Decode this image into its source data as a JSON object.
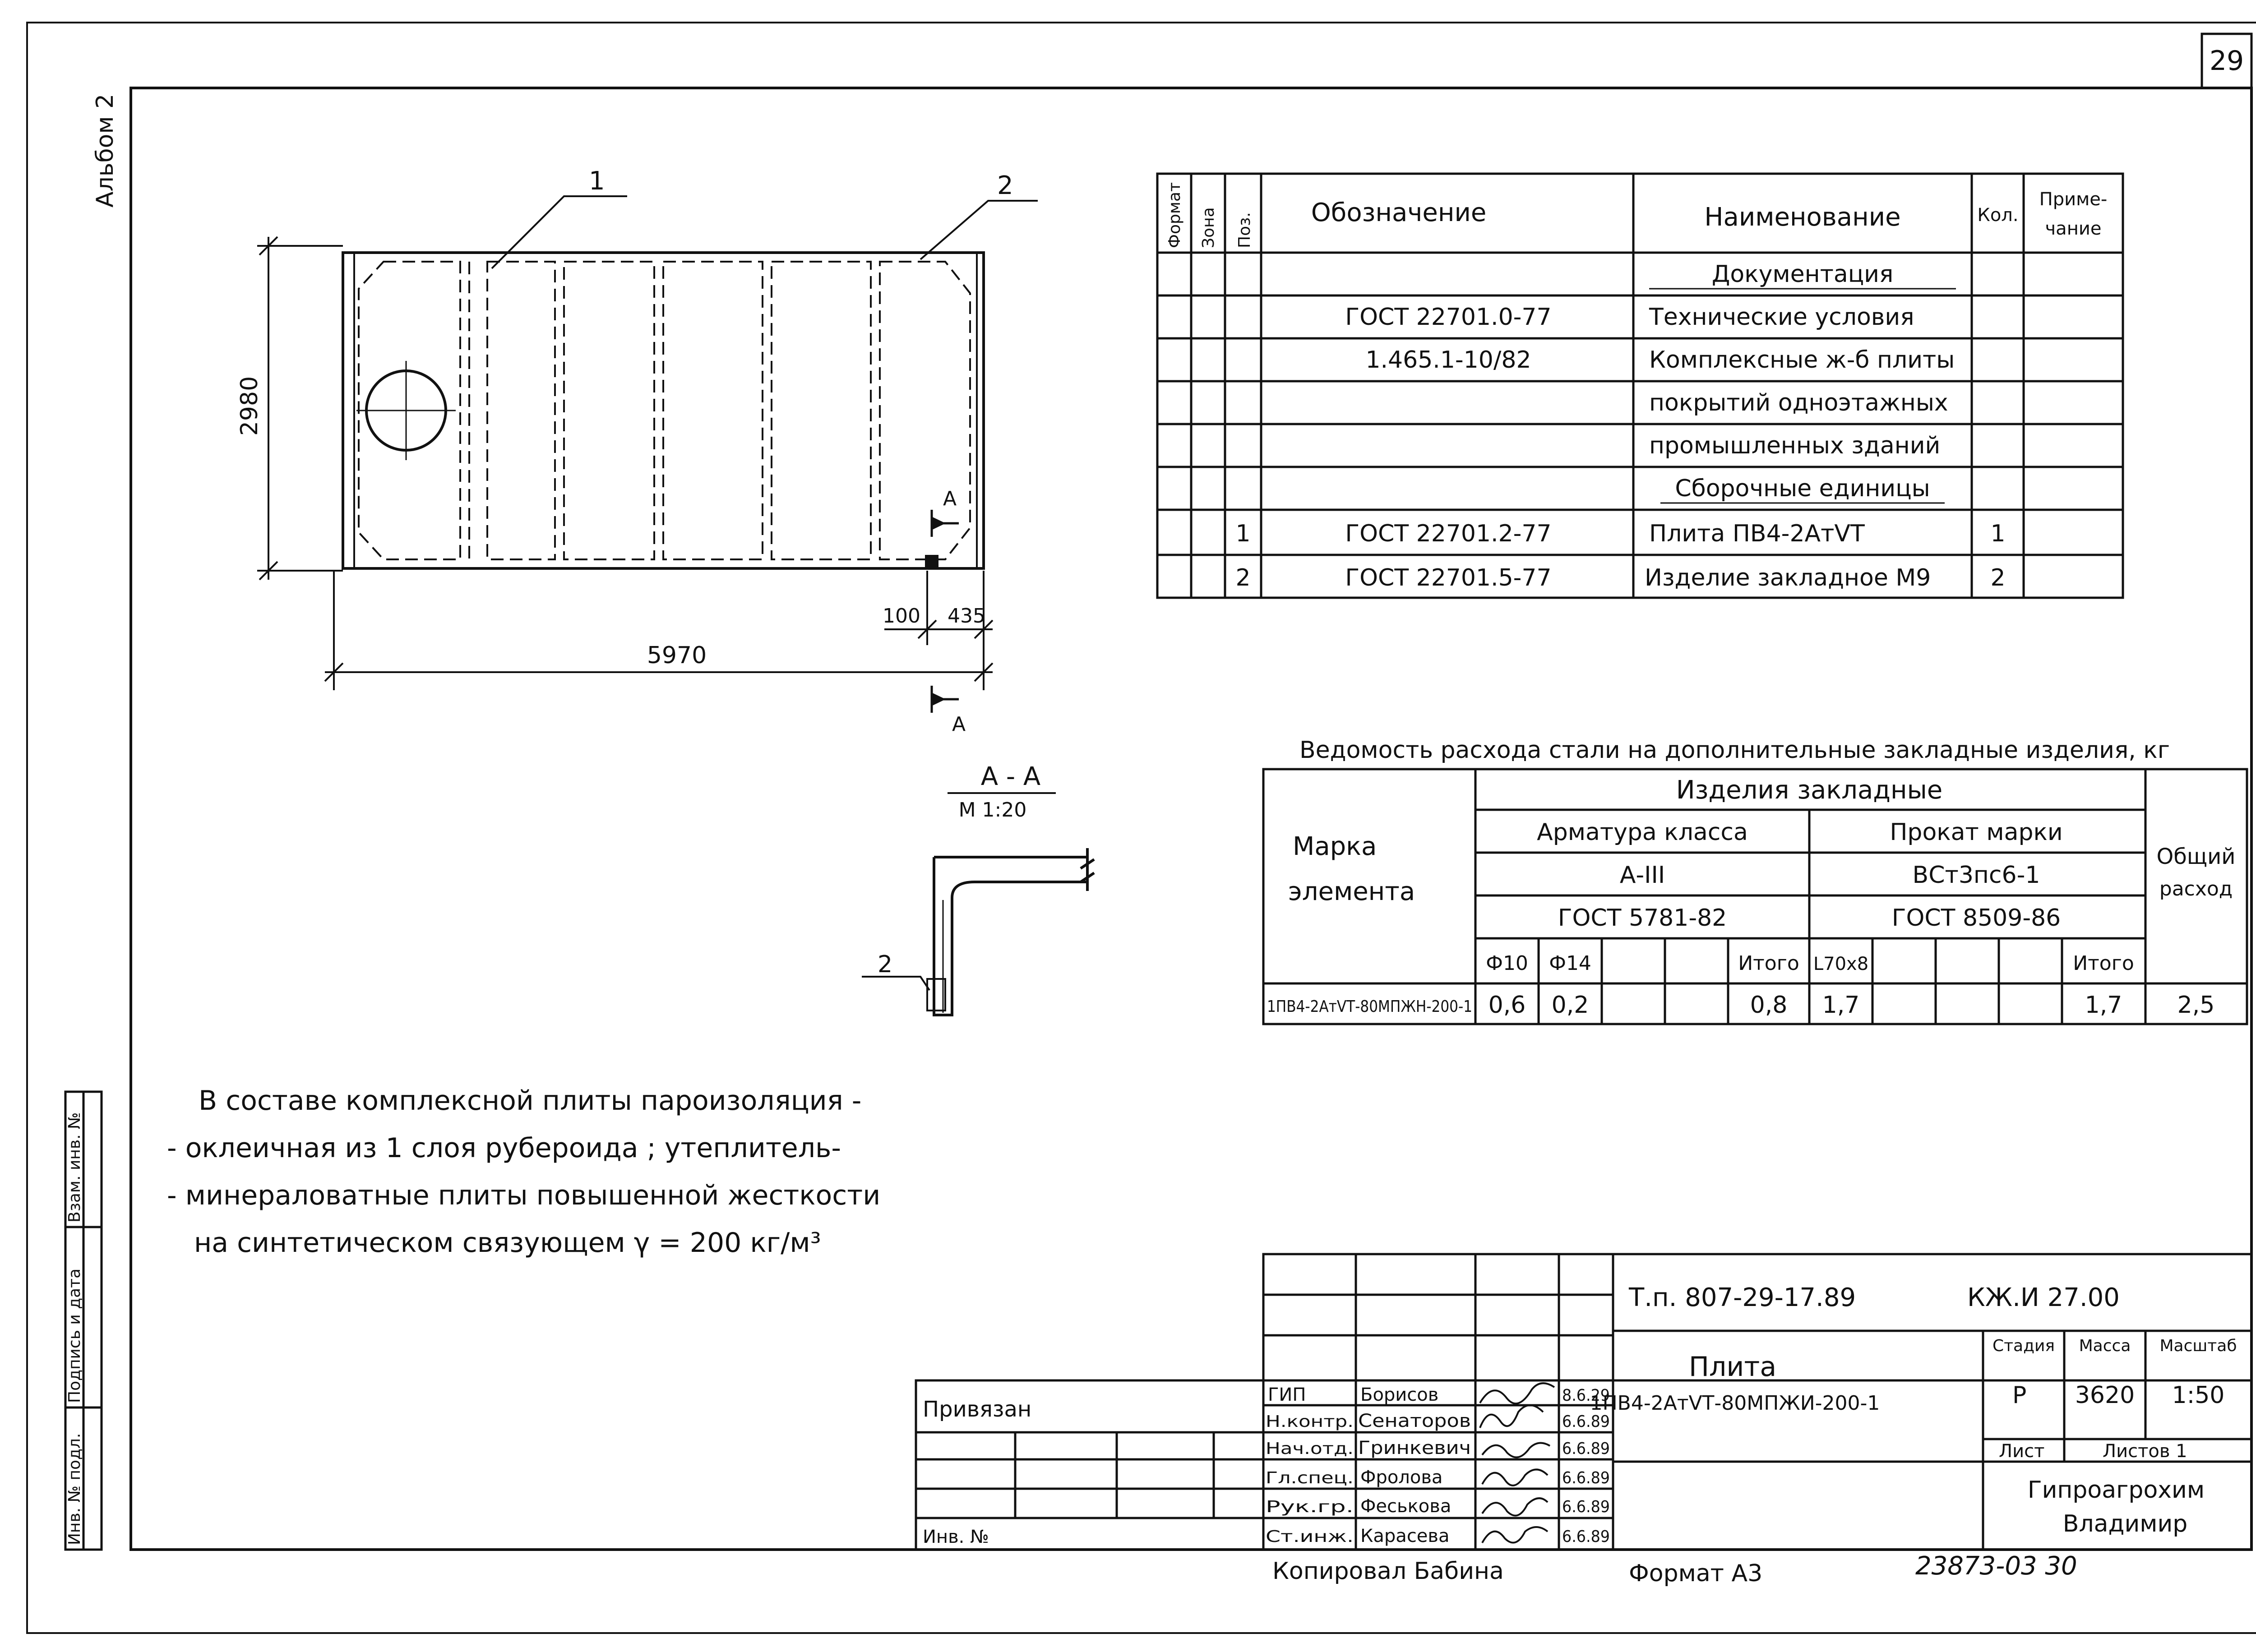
{
  "sheet": {
    "page_number": "29",
    "album_label": "Альбом 2",
    "side_stamp": {
      "inv_podl": "Инв. № подл.",
      "podpis_data": "Подпись и дата",
      "vzam_inv": "Взам. инв. №"
    }
  },
  "plan": {
    "width_dim": "5970",
    "height_dim": "2980",
    "edge_dim_1": "100",
    "edge_dim_2": "435",
    "callout_1": "1",
    "callout_2": "2",
    "section_mark": "А"
  },
  "section": {
    "title": "А - А",
    "scale": "М 1:20",
    "callout": "2"
  },
  "spec": {
    "headers": {
      "format": "Формат",
      "zone": "Зона",
      "pos": "Поз.",
      "designation": "Обозначение",
      "name": "Наименование",
      "qty": "Кол.",
      "note_1": "Приме-",
      "note_2": "чание"
    },
    "rows": [
      {
        "pos": "",
        "designation": "",
        "name": "Документация",
        "qty": ""
      },
      {
        "pos": "",
        "designation": "ГОСТ 22701.0-77",
        "name": "Технические условия",
        "qty": ""
      },
      {
        "pos": "",
        "designation": "1.465.1-10/82",
        "name": "Комплексные ж-б плиты",
        "qty": ""
      },
      {
        "pos": "",
        "designation": "",
        "name": "покрытий одноэтажных",
        "qty": ""
      },
      {
        "pos": "",
        "designation": "",
        "name": "промышленных зданий",
        "qty": ""
      },
      {
        "pos": "",
        "designation": "",
        "name": "Сборочные единицы",
        "qty": ""
      },
      {
        "pos": "1",
        "designation": "ГОСТ 22701.2-77",
        "name": "Плита ПВ4-2АтVТ",
        "qty": "1"
      },
      {
        "pos": "2",
        "designation": "ГОСТ 22701.5-77",
        "name": "Изделие закладное М9",
        "qty": "2"
      }
    ]
  },
  "steel": {
    "title": "Ведомость расхода стали на дополнительные закладные изделия, кг",
    "mark_1": "Марка",
    "mark_2": "элемента",
    "items": "Изделия закладные",
    "armatura": "Арматура класса",
    "prokat": "Прокат марки",
    "arm_class": "А-III",
    "prokat_mark": "ВСт3пс6-1",
    "gost_arm": "ГОСТ 5781-82",
    "gost_prokat": "ГОСТ 8509-86",
    "total_1": "Общий",
    "total_2": "расход",
    "sub_headers": [
      "Ф10",
      "Ф14",
      "",
      "",
      "Итого",
      "L70х8",
      "",
      "",
      "",
      "Итого"
    ],
    "row": {
      "mark": "1ПВ4-2АтVТ-80МПЖН-200-1",
      "values": [
        "0,6",
        "0,2",
        "",
        "",
        "0,8",
        "1,7",
        "",
        "",
        "",
        "1,7"
      ],
      "total": "2,5"
    }
  },
  "notes": [
    "В составе комплексной плиты пароизоляция -",
    "- оклеичная из 1 слоя рубероида ; утеплитель-",
    "- минераловатные плиты повышенной жесткости",
    "на синтетическом связующем γ = 200 кг/м³"
  ],
  "titleblock": {
    "project_code": "Т.п. 807-29-17.89",
    "doc_code": "КЖ.И 27.00",
    "privyazan": "Привязан",
    "inv_no": "Инв. №",
    "item_title": "Плита",
    "item_mark": "1ПВ4-2АтVТ-80МПЖИ-200-1",
    "stage_label": "Стадия",
    "mass_label": "Масса",
    "scale_label": "Масштаб",
    "stage": "Р",
    "mass": "3620",
    "scale": "1:50",
    "sheet_label": "Лист",
    "sheets_label": "Листов 1",
    "org_1": "Гипроагрохим",
    "org_2": "Владимир",
    "staff": [
      {
        "role": "ГИП",
        "name": "Борисов",
        "date": "8.6.29"
      },
      {
        "role": "Н.контр.",
        "name": "Сенаторов",
        "date": "6.6.89"
      },
      {
        "role": "Нач.отд.",
        "name": "Гринкевич",
        "date": "6.6.89"
      },
      {
        "role": "Гл.спец.",
        "name": "Фролова",
        "date": "6.6.89"
      },
      {
        "role": "Рук.гр.",
        "name": "Феськова",
        "date": "6.6.89"
      },
      {
        "role": "Ст.инж.",
        "name": "Карасева",
        "date": "6.6.89"
      }
    ],
    "copied": "Копировал Бабина",
    "format": "Формат А3",
    "archive_no": "23873-03 30"
  }
}
